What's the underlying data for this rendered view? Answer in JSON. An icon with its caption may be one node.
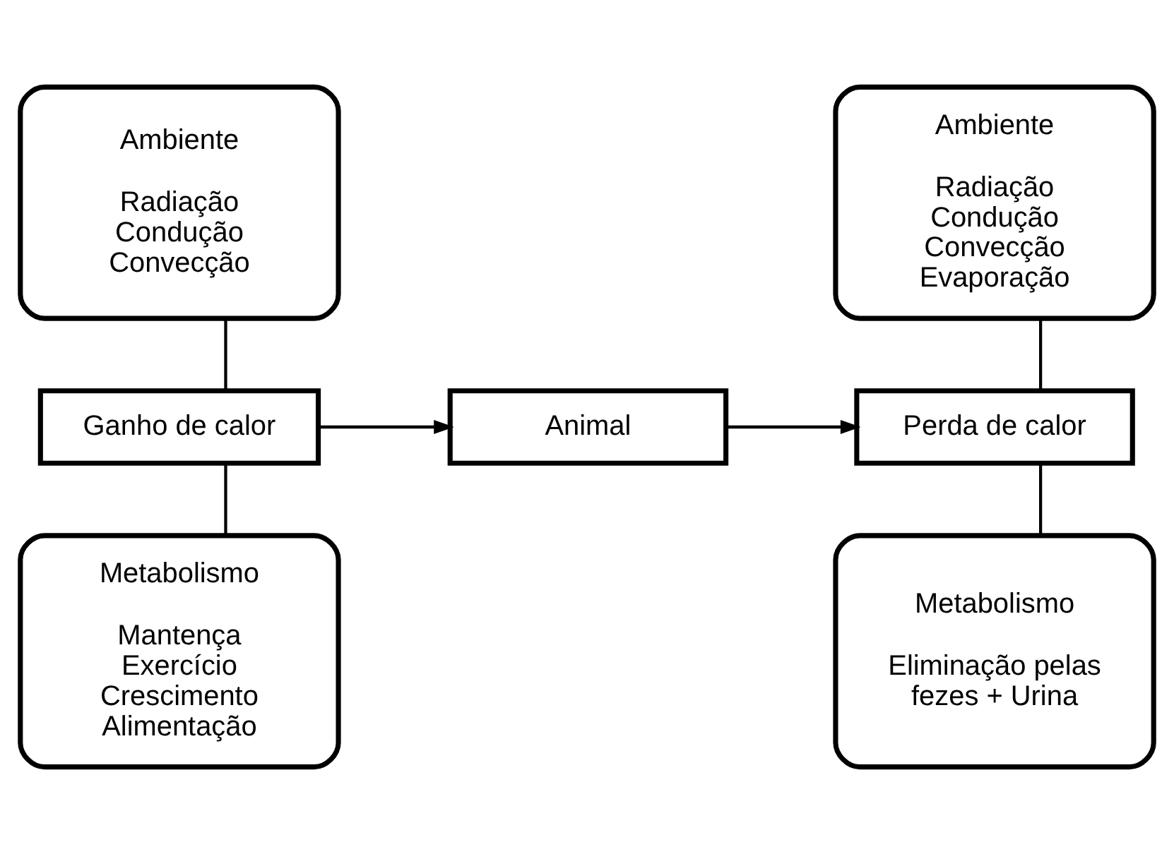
{
  "diagram": {
    "nodes": [
      {
        "text": [
          "Ambiente",
          "Radiação Condução Convecção"
        ]
      },
      {
        "text": [
          "Ganho de calor"
        ]
      },
      {
        "text": [
          "Metabolismo",
          "Mantença Exercício Crescimento Alimentação"
        ]
      },
      {
        "text": [
          "Animal"
        ]
      },
      {
        "text": [
          "Ambiente",
          "Radiação Condução Convecção Evaporação"
        ]
      },
      {
        "text": [
          "Perda de calor"
        ]
      },
      {
        "text": [
          "Metabolismo",
          "Eliminação pelas fezes + Urina"
        ]
      }
    ],
    "edges": [
      {
        "from": 0,
        "to": 1,
        "arrow": "none"
      },
      {
        "from": 2,
        "to": 1,
        "arrow": "none"
      },
      {
        "from": 1,
        "to": 3,
        "arrow": "to"
      },
      {
        "from": 3,
        "to": 5,
        "arrow": "to"
      },
      {
        "from": 4,
        "to": 5,
        "arrow": "none"
      },
      {
        "from": 6,
        "to": 5,
        "arrow": "none"
      }
    ]
  }
}
